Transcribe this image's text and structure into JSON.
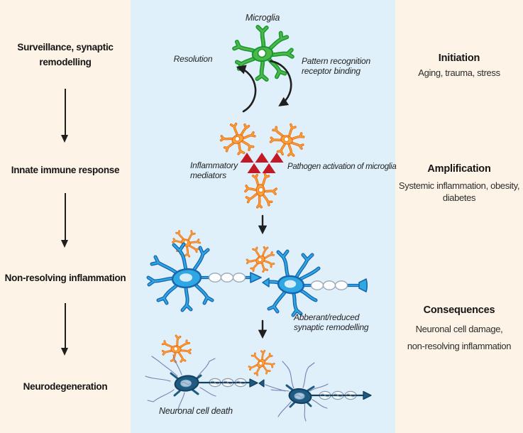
{
  "left_column": {
    "stages": [
      {
        "lines": [
          "Surveillance, synaptic",
          "remodelling"
        ]
      },
      {
        "lines": [
          "Innate immune response"
        ]
      },
      {
        "lines": [
          "Non-resolving inflammation"
        ]
      },
      {
        "lines": [
          "Neurodegeneration"
        ]
      }
    ]
  },
  "right_column": {
    "sections": [
      {
        "title": "Initiation",
        "lines": [
          "Aging, trauma, stress"
        ]
      },
      {
        "title": "Amplification",
        "lines": [
          "Systemic inflammation, obesity,",
          "diabetes"
        ]
      },
      {
        "title": "Consequences",
        "lines": [
          "Neuronal cell damage,",
          "non-resolving inflammation"
        ]
      }
    ]
  },
  "diagram": {
    "microglia_label": "Microglia",
    "resolution_label": "Resolution",
    "receptor_lines": [
      "Pattern recognition",
      "receptor binding"
    ],
    "mediators_lines": [
      "Inflammatory",
      "mediators"
    ],
    "pathogen_label": "Pathogen activation of microglia",
    "aberrant_lines": [
      "Abberant/reduced",
      "synaptic remodelling"
    ],
    "death_label": "Neuronal cell death"
  },
  "colors": {
    "side_background": "#FDF3E6",
    "center_background": "#DFF0FA",
    "microglia_green": "#4CB848",
    "microglia_green_outline": "#1A9632",
    "activated_orange": "#F8A33C",
    "activated_orange_outline": "#EE6A0E",
    "mediator_red": "#C21926",
    "neuron_blue": "#2FA7E2",
    "neuron_blue_outline": "#1765AF",
    "dying_neuron_fill": "#1E5B82",
    "dying_neuron_outline": "#143F5E",
    "arrow_black": "#1F1F1F"
  }
}
